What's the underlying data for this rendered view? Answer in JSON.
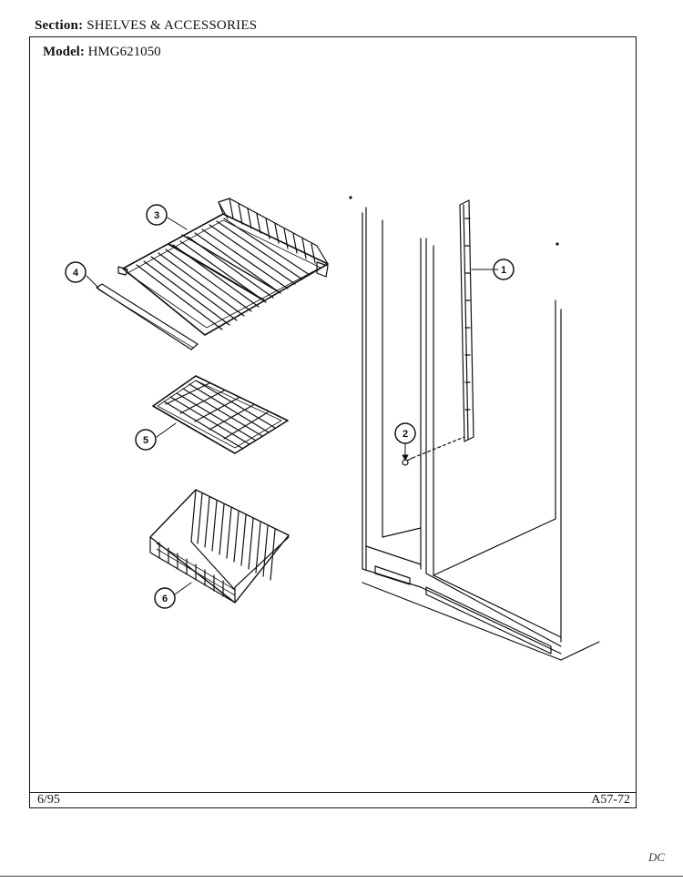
{
  "header": {
    "section_label": "Section:",
    "section_value": "SHELVES & ACCESSORIES",
    "model_label": "Model:",
    "model_value": "HMG621050"
  },
  "footer": {
    "date": "6/95",
    "page_code": "A57-72",
    "handwritten_note": "DC"
  },
  "callouts": [
    {
      "number": "1"
    },
    {
      "number": "2"
    },
    {
      "number": "3"
    },
    {
      "number": "4"
    },
    {
      "number": "5"
    },
    {
      "number": "6"
    }
  ]
}
